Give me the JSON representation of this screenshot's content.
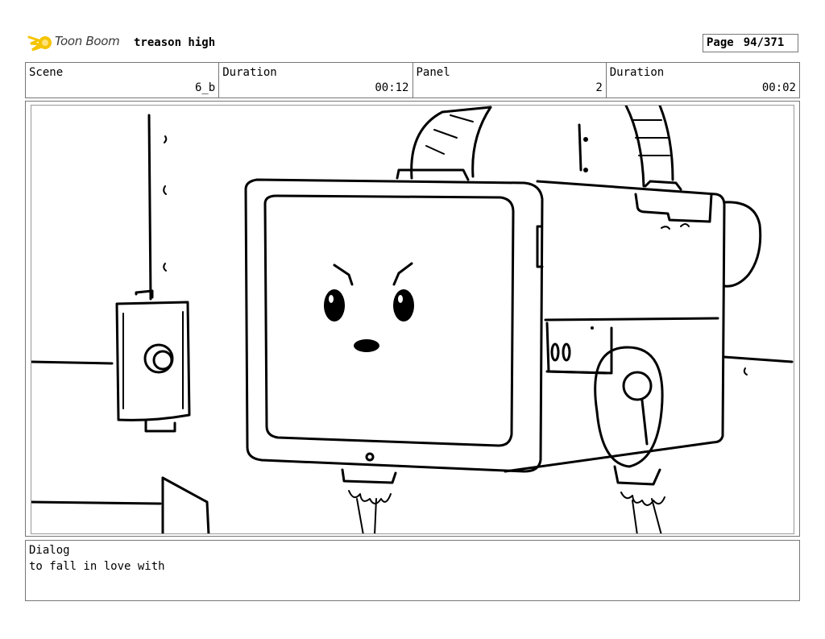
{
  "header": {
    "brand": "Toon Boom",
    "project_title": "treason high",
    "page_label": "Page",
    "page_value": "94/371"
  },
  "fields": [
    {
      "label": "Scene",
      "value": "6_b"
    },
    {
      "label": "Duration",
      "value": "00:12"
    },
    {
      "label": "Panel",
      "value": "2"
    },
    {
      "label": "Duration",
      "value": "00:02"
    }
  ],
  "dialog": {
    "label": "Dialog",
    "text": "to fall in love with"
  },
  "icons": {
    "logo": "toon-boom-logo-icon"
  },
  "colors": {
    "logo_accent": "#f5c400",
    "border": "#777777"
  }
}
